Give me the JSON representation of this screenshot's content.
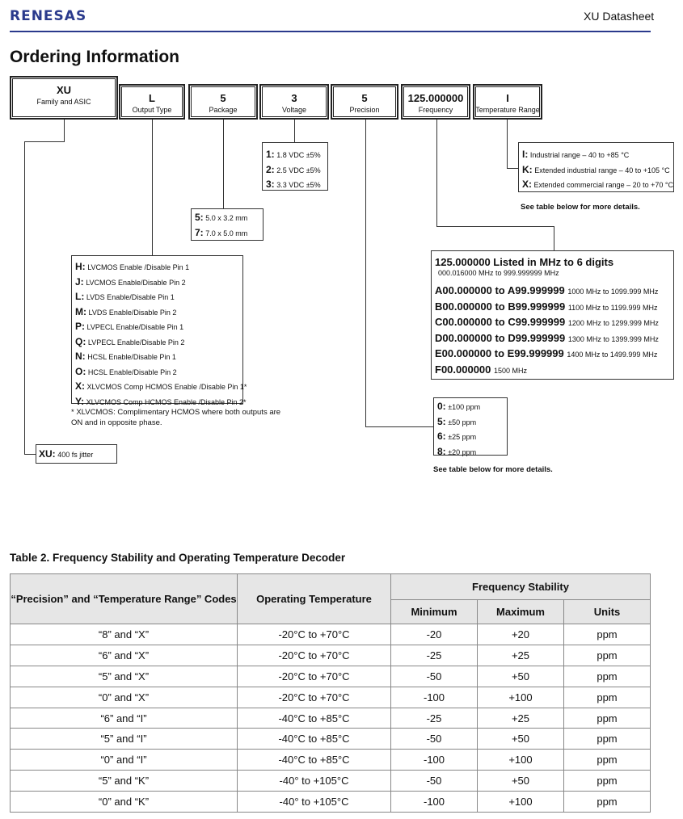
{
  "header": {
    "logo": "RENESAS",
    "doc": "XU Datasheet"
  },
  "title": "Ordering Information",
  "codes": [
    {
      "code": "XU",
      "label": "Family and ASIC"
    },
    {
      "code": "L",
      "label": "Output Type"
    },
    {
      "code": "5",
      "label": "Package"
    },
    {
      "code": "3",
      "label": "Voltage"
    },
    {
      "code": "5",
      "label": "Precision"
    },
    {
      "code": "125.000000",
      "label": "Frequency"
    },
    {
      "code": "I",
      "label": "Temperature Range"
    }
  ],
  "family_options": [
    {
      "key": "XU:",
      "text": "400 fs jitter"
    }
  ],
  "output_options": [
    {
      "key": "H:",
      "text": "LVCMOS Enable /Disable Pin 1"
    },
    {
      "key": "J:",
      "text": "LVCMOS Enable/Disable Pin 2"
    },
    {
      "key": "L:",
      "text": "LVDS Enable/Disable Pin 1"
    },
    {
      "key": "M:",
      "text": "LVDS Enable/Disable Pin 2"
    },
    {
      "key": "P:",
      "text": "LVPECL Enable/Disable Pin 1"
    },
    {
      "key": "Q:",
      "text": "LVPECL Enable/Disable Pin 2"
    },
    {
      "key": "N:",
      "text": "HCSL Enable/Disable Pin 1"
    },
    {
      "key": "O:",
      "text": "HCSL Enable/Disable Pin 2"
    },
    {
      "key": "X:",
      "text": "XLVCMOS Comp HCMOS Enable /Disable Pin 1*"
    },
    {
      "key": "Y:",
      "text": "XLVCMOS Comp HCMOS Enable /Disable Pin 2*"
    }
  ],
  "output_note": "* XLVCMOS: Complimentary HCMOS where both outputs are ON and in opposite phase.",
  "package_options": [
    {
      "key": "5:",
      "text": "5.0 x 3.2 mm"
    },
    {
      "key": "7:",
      "text": "7.0 x 5.0 mm"
    }
  ],
  "voltage_options": [
    {
      "key": "1:",
      "text": "1.8 VDC ±5%"
    },
    {
      "key": "2:",
      "text": "2.5 VDC ±5%"
    },
    {
      "key": "3:",
      "text": "3.3 VDC ±5%"
    }
  ],
  "precision_options": [
    {
      "key": "0:",
      "text": "±100 ppm"
    },
    {
      "key": "5:",
      "text": "±50 ppm"
    },
    {
      "key": "6:",
      "text": "±25 ppm"
    },
    {
      "key": "8:",
      "text": "±20 ppm"
    }
  ],
  "precision_note": "See table below for more details.",
  "frequency": {
    "heading": "125.000000 Listed in MHz to 6 digits",
    "sub": "000.016000 MHz to 999.999999 MHz",
    "ranges": [
      {
        "codes": "A00.000000 to A99.999999",
        "range": "1000 MHz to 1099.999 MHz"
      },
      {
        "codes": "B00.000000 to B99.999999",
        "range": "1100 MHz to 1199.999 MHz"
      },
      {
        "codes": "C00.000000 to C99.999999",
        "range": "1200 MHz to 1299.999 MHz"
      },
      {
        "codes": "D00.000000 to D99.999999",
        "range": "1300 MHz to 1399.999 MHz"
      },
      {
        "codes": "E00.000000 to E99.999999",
        "range": "1400 MHz to 1499.999 MHz"
      },
      {
        "codes": "F00.000000",
        "range": "1500 MHz"
      }
    ]
  },
  "temp_options": [
    {
      "key": "I:",
      "text": "Industrial range – 40 to +85 °C"
    },
    {
      "key": "K:",
      "text": "Extended industrial range – 40 to +105 °C"
    },
    {
      "key": "X:",
      "text": "Extended commercial range – 20 to +70 °C"
    }
  ],
  "temp_note": "See table below for more details.",
  "table": {
    "title": "Table 2.  Frequency Stability and Operating Temperature Decoder",
    "headers": {
      "codes": "“Precision” and “Temperature Range” Codes",
      "temp": "Operating Temperature",
      "stability": "Frequency Stability",
      "min": "Minimum",
      "max": "Maximum",
      "units": "Units"
    },
    "rows": [
      [
        "“8” and “X”",
        "-20°C to +70°C",
        "-20",
        "+20",
        "ppm"
      ],
      [
        "“6” and “X”",
        "-20°C to +70°C",
        "-25",
        "+25",
        "ppm"
      ],
      [
        "“5” and “X”",
        "-20°C to +70°C",
        "-50",
        "+50",
        "ppm"
      ],
      [
        "“0” and “X”",
        "-20°C to +70°C",
        "-100",
        "+100",
        "ppm"
      ],
      [
        "“6” and “I”",
        "-40°C to +85°C",
        "-25",
        "+25",
        "ppm"
      ],
      [
        "“5” and “I”",
        "-40°C to +85°C",
        "-50",
        "+50",
        "ppm"
      ],
      [
        "“0” and “I”",
        "-40°C to +85°C",
        "-100",
        "+100",
        "ppm"
      ],
      [
        "“5” and “K”",
        "-40° to +105°C",
        "-50",
        "+50",
        "ppm"
      ],
      [
        "“0” and “K”",
        "-40° to +105°C",
        "-100",
        "+100",
        "ppm"
      ]
    ]
  }
}
